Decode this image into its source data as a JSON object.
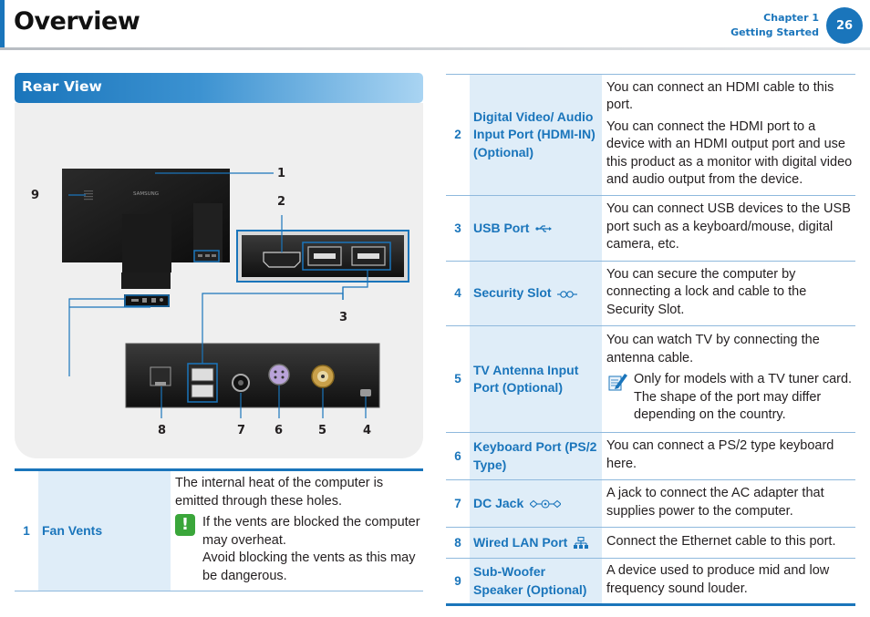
{
  "header": {
    "title": "Overview",
    "chapter": "Chapter 1",
    "chapter_name": "Getting Started",
    "page_number": "26"
  },
  "section": {
    "title": "Rear View"
  },
  "figure": {
    "brand": "SAMSUNG",
    "callouts": [
      "1",
      "2",
      "3",
      "4",
      "5",
      "6",
      "7",
      "8",
      "9"
    ]
  },
  "left_table": {
    "rows": [
      {
        "num": "1",
        "name": "Fan Vents",
        "desc": "The internal heat of the computer is emitted through these holes.",
        "warning": "If the vents are blocked the computer may overheat.",
        "warning2": "Avoid blocking the vents as this may be dangerous."
      }
    ]
  },
  "right_table": {
    "rows": [
      {
        "num": "2",
        "name": "Digital Video/ Audio Input Port (HDMI-IN) (Optional)",
        "desc": "You can connect an HDMI cable to this port.",
        "desc2": "You can connect the HDMI port to a device with an HDMI output port and use this product as a monitor with digital video and audio output from the device."
      },
      {
        "num": "3",
        "name": "USB Port",
        "icon": "usb-icon",
        "desc": "You can connect USB devices to the USB port such as a keyboard/mouse, digital camera, etc."
      },
      {
        "num": "4",
        "name": "Security Slot",
        "icon": "security-lock-icon",
        "desc": "You can secure the computer by connecting a lock and cable to the Security Slot."
      },
      {
        "num": "5",
        "name": "TV Antenna Input Port (Optional)",
        "desc": "You can watch TV by connecting the antenna cable.",
        "note": "Only for models with a TV tuner card. The shape of the port may differ depending on the country."
      },
      {
        "num": "6",
        "name": "Keyboard Port (PS/2 Type)",
        "desc": "You can connect a PS/2 type keyboard here."
      },
      {
        "num": "7",
        "name": "DC Jack",
        "icon": "dc-jack-icon",
        "desc": "A jack to connect the AC adapter that supplies power to the computer."
      },
      {
        "num": "8",
        "name": "Wired LAN Port",
        "icon": "lan-icon",
        "desc": "Connect the Ethernet cable to this port."
      },
      {
        "num": "9",
        "name": "Sub-Woofer Speaker (Optional)",
        "desc": "A device used to produce mid and low frequency sound louder."
      }
    ]
  },
  "colors": {
    "accent": "#1a75bb",
    "name_cell_bg": "#dfedf8",
    "warning": "#3aa63a"
  }
}
